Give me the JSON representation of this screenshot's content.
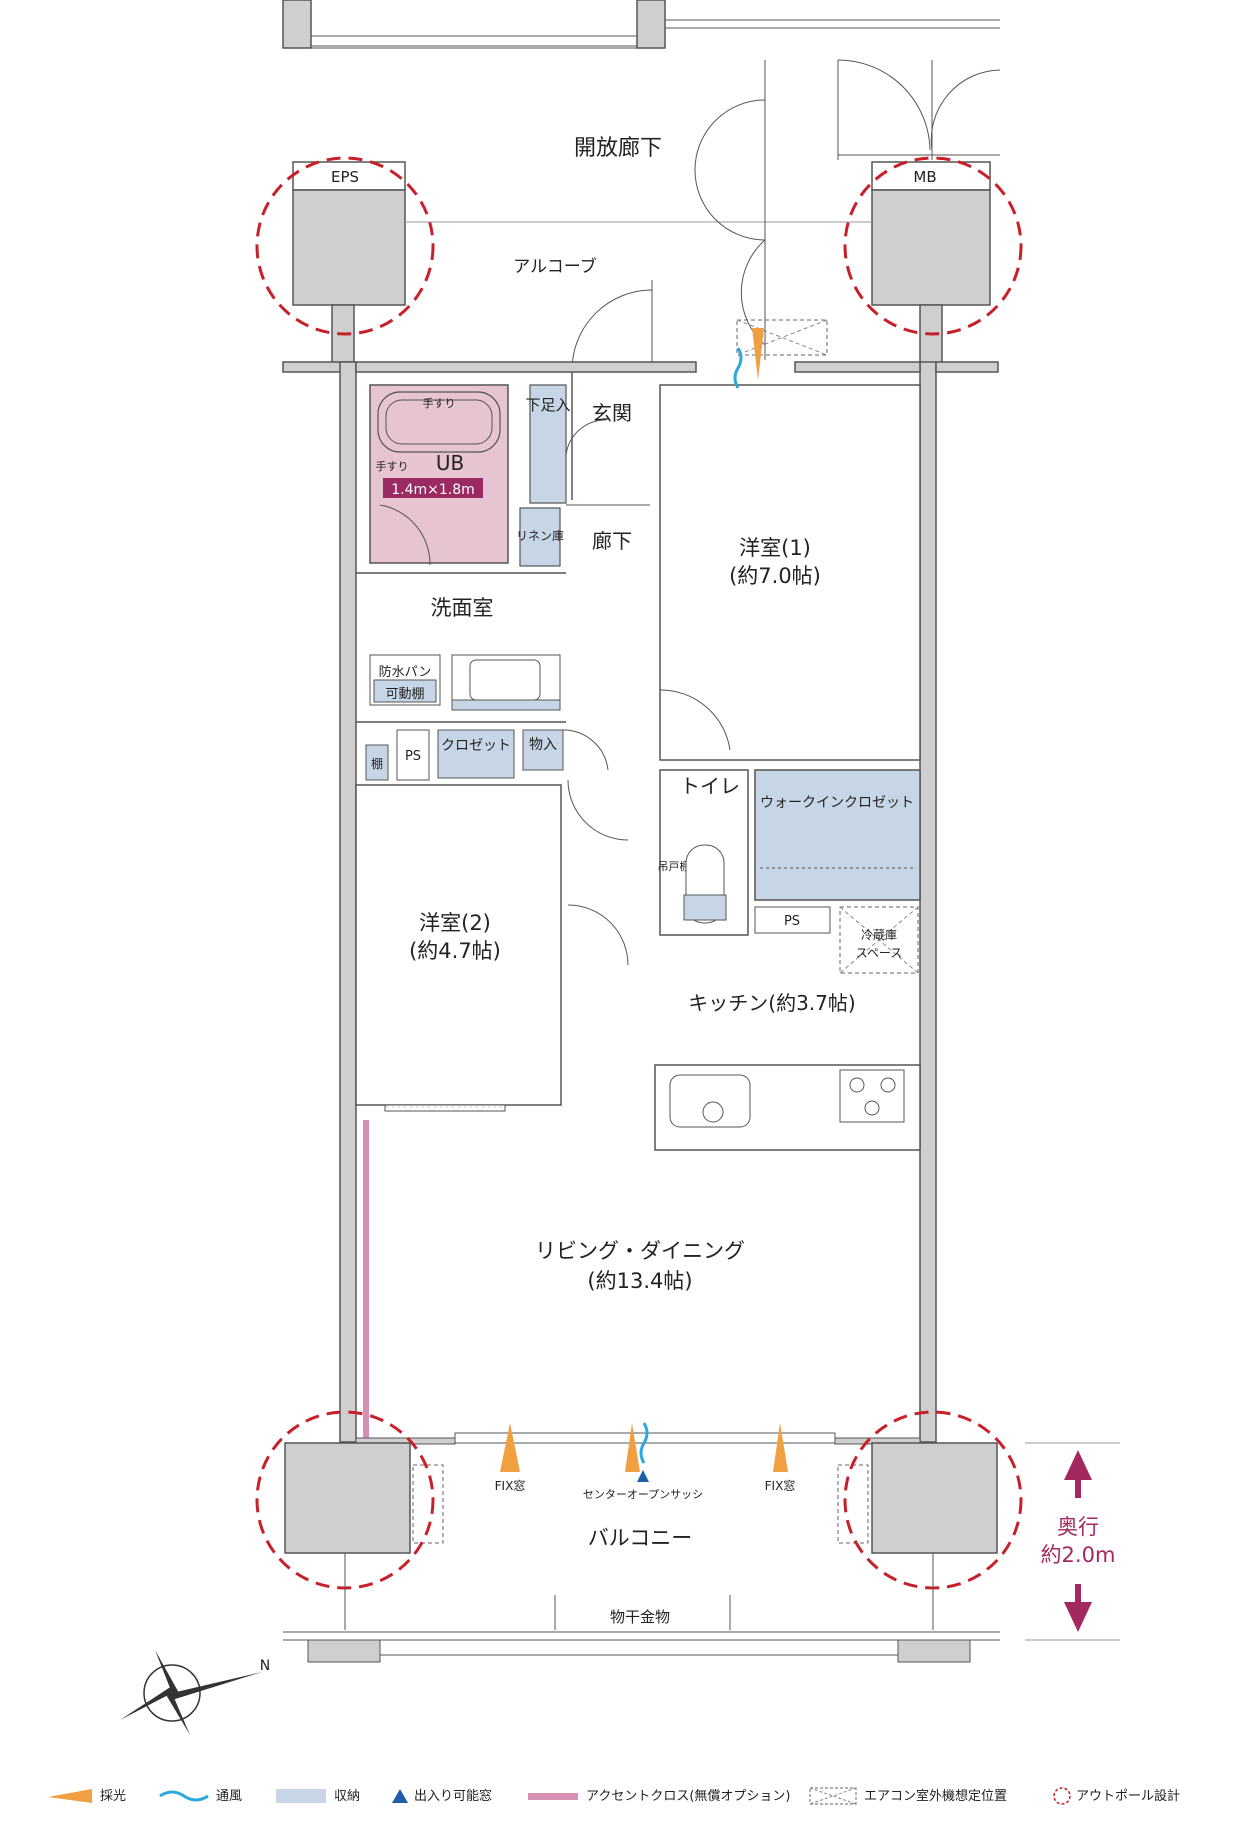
{
  "rooms": {
    "corridor_open": "開放廊下",
    "alcove": "アルコーブ",
    "eps": "EPS",
    "mb": "MB",
    "genkan": "玄関",
    "getabako": "下足入",
    "rouka": "廊下",
    "linen": "リネン庫",
    "ub": "UB",
    "ub_size": "1.4m×1.8m",
    "handrail": "手すり",
    "senmen": "洗面室",
    "bousui_line1": "防水パン",
    "bousui_line2": "可動棚",
    "ps": "PS",
    "tana": "棚",
    "closet": "クロゼット",
    "monoire": "物入",
    "western1_name": "洋室(1)",
    "western1_size": "(約7.0帖)",
    "toilet": "トイレ",
    "tsuritodana": "吊戸棚",
    "wic": "ウォークインクロゼット",
    "fridge_line1": "冷蔵庫",
    "fridge_line2": "スペース",
    "western2_name": "洋室(2)",
    "western2_size": "(約4.7帖)",
    "kitchen": "キッチン(約3.7帖)",
    "living_name": "リビング・ダイニング",
    "living_size": "(約13.4帖)",
    "fix_window": "FIX窓",
    "center_sash": "センターオープンサッシ",
    "balcony": "バルコニー",
    "monohoshi": "物干金物",
    "depth_line1": "奥行",
    "depth_line2": "約2.0m",
    "compass": "N"
  },
  "legend": [
    {
      "label": "採光",
      "icon": "light-icon"
    },
    {
      "label": "通風",
      "icon": "wind-icon"
    },
    {
      "label": "収納",
      "icon": "storage-icon"
    },
    {
      "label": "出入り可能窓",
      "icon": "walkout-window-icon"
    },
    {
      "label": "アクセントクロス(無償オプション)",
      "icon": "accent-cloth-icon"
    },
    {
      "label": "エアコン室外機想定位置",
      "icon": "aircon-position-icon"
    },
    {
      "label": "アウトポール設計",
      "icon": "outpole-icon"
    }
  ],
  "colors": {
    "wall": "#cfcfcf",
    "wall_stroke": "#555555",
    "storage": "#c6d6e6",
    "bath": "#e6c4d2",
    "accent_badge": "#9b2a62",
    "accent_cloth": "#d88fb4",
    "outpole": "#c8202a",
    "light": "#f0a040",
    "wind": "#2ba8dc",
    "walkout": "#1f5ea8",
    "depth_arrow": "#a3285f"
  }
}
